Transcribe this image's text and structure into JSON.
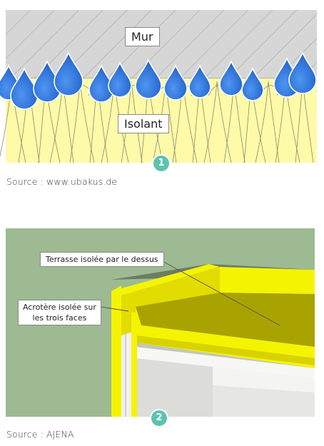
{
  "figure1": {
    "wall_label": "Mur",
    "insulation_label": "Isolant",
    "badge": "1",
    "source": "Source : www.ubakus.de",
    "colors": {
      "wall": "#d6d6d6",
      "hatch": "#a9a9a9",
      "insulation": "#fffaa8",
      "drop": "#2f74db",
      "badge": "#5cc3ae"
    }
  },
  "figure2": {
    "callout_terrace": "Terrasse isolée par le dessus",
    "callout_parapet_line1": "Acrotère isolée sur",
    "callout_parapet_line2": "les trois faces",
    "badge": "2",
    "source": "Source : AJENA",
    "colors": {
      "background": "#9dba92",
      "insulation": "#f4f400",
      "roof_surface": "#a9a300",
      "structure": "#eeeeec",
      "badge": "#5cc3ae"
    }
  }
}
